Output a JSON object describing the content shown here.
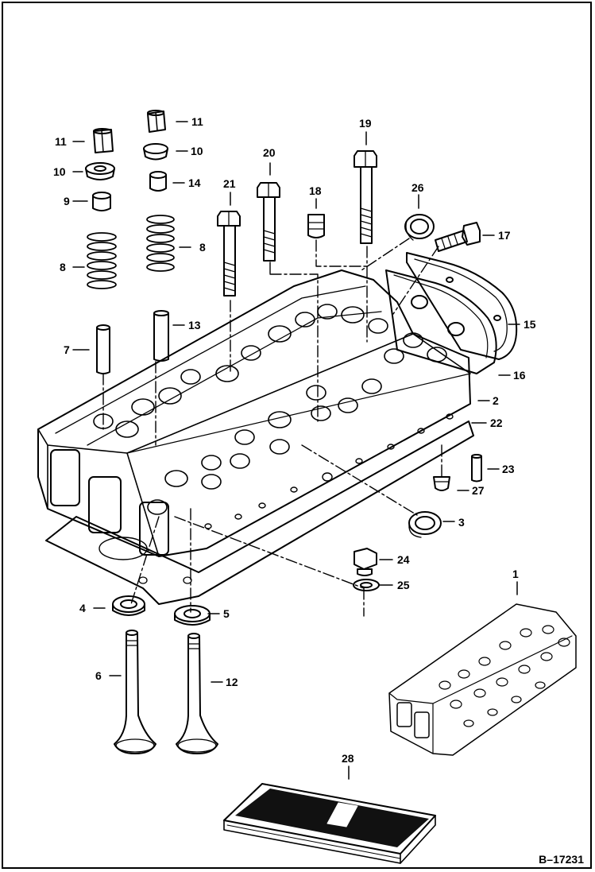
{
  "figure_ref": "B–17231",
  "callouts": [
    {
      "id": "label-1",
      "text": "1"
    },
    {
      "id": "label-2",
      "text": "2"
    },
    {
      "id": "label-3",
      "text": "3"
    },
    {
      "id": "label-4",
      "text": "4"
    },
    {
      "id": "label-5",
      "text": "5"
    },
    {
      "id": "label-6",
      "text": "6"
    },
    {
      "id": "label-7",
      "text": "7"
    },
    {
      "id": "label-8a",
      "text": "8"
    },
    {
      "id": "label-8b",
      "text": "8"
    },
    {
      "id": "label-9",
      "text": "9"
    },
    {
      "id": "label-10a",
      "text": "10"
    },
    {
      "id": "label-10b",
      "text": "10"
    },
    {
      "id": "label-11a",
      "text": "11"
    },
    {
      "id": "label-11b",
      "text": "11"
    },
    {
      "id": "label-12",
      "text": "12"
    },
    {
      "id": "label-13",
      "text": "13"
    },
    {
      "id": "label-14",
      "text": "14"
    },
    {
      "id": "label-15",
      "text": "15"
    },
    {
      "id": "label-16",
      "text": "16"
    },
    {
      "id": "label-17",
      "text": "17"
    },
    {
      "id": "label-18",
      "text": "18"
    },
    {
      "id": "label-19",
      "text": "19"
    },
    {
      "id": "label-20",
      "text": "20"
    },
    {
      "id": "label-21",
      "text": "21"
    },
    {
      "id": "label-22",
      "text": "22"
    },
    {
      "id": "label-23",
      "text": "23"
    },
    {
      "id": "label-24",
      "text": "24"
    },
    {
      "id": "label-25",
      "text": "25"
    },
    {
      "id": "label-26",
      "text": "26"
    },
    {
      "id": "label-27",
      "text": "27"
    },
    {
      "id": "label-28",
      "text": "28"
    }
  ]
}
